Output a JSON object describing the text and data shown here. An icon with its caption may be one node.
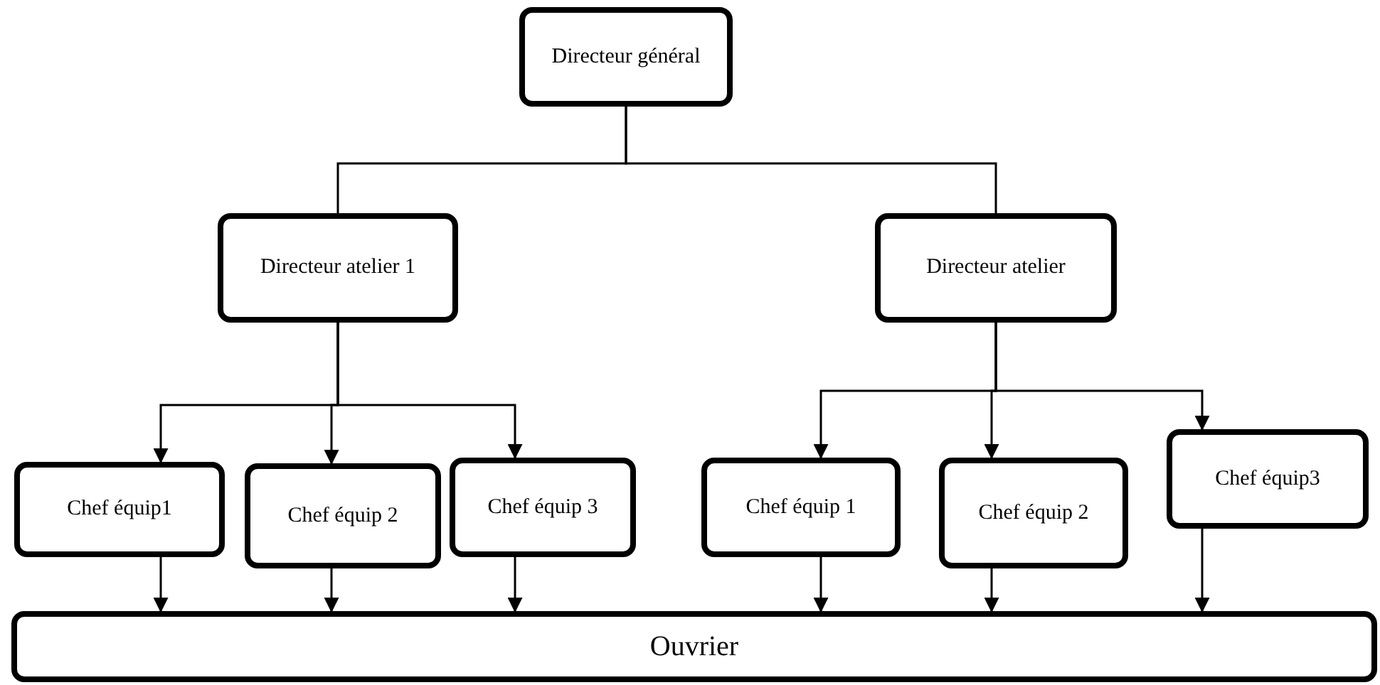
{
  "diagram": {
    "nodes": [
      {
        "text": [
          "Directeur général"
        ]
      },
      {
        "text": [
          "Directeur atelier 1"
        ]
      },
      {
        "text": [
          "Directeur atelier"
        ]
      },
      {
        "text": [
          "Chef équip1"
        ]
      },
      {
        "text": [
          "Chef équip 2"
        ]
      },
      {
        "text": [
          "Chef équip 3"
        ]
      },
      {
        "text": [
          "Chef équip 1"
        ]
      },
      {
        "text": [
          "Chef équip 2"
        ]
      },
      {
        "text": [
          "Chef équip3"
        ]
      },
      {
        "text": [
          "Ouvrier"
        ]
      }
    ],
    "edges": [
      {
        "from": 0,
        "to": 1,
        "arrow": "none"
      },
      {
        "from": 0,
        "to": 2,
        "arrow": "none"
      },
      {
        "from": 1,
        "to": 3,
        "arrow": "to"
      },
      {
        "from": 1,
        "to": 4,
        "arrow": "to"
      },
      {
        "from": 1,
        "to": 5,
        "arrow": "to"
      },
      {
        "from": 2,
        "to": 6,
        "arrow": "to"
      },
      {
        "from": 2,
        "to": 7,
        "arrow": "to"
      },
      {
        "from": 2,
        "to": 8,
        "arrow": "to"
      },
      {
        "from": 3,
        "to": 9,
        "arrow": "to"
      },
      {
        "from": 4,
        "to": 9,
        "arrow": "to"
      },
      {
        "from": 5,
        "to": 9,
        "arrow": "to"
      },
      {
        "from": 6,
        "to": 9,
        "arrow": "to"
      },
      {
        "from": 7,
        "to": 9,
        "arrow": "to"
      },
      {
        "from": 8,
        "to": 9,
        "arrow": "to"
      }
    ]
  }
}
